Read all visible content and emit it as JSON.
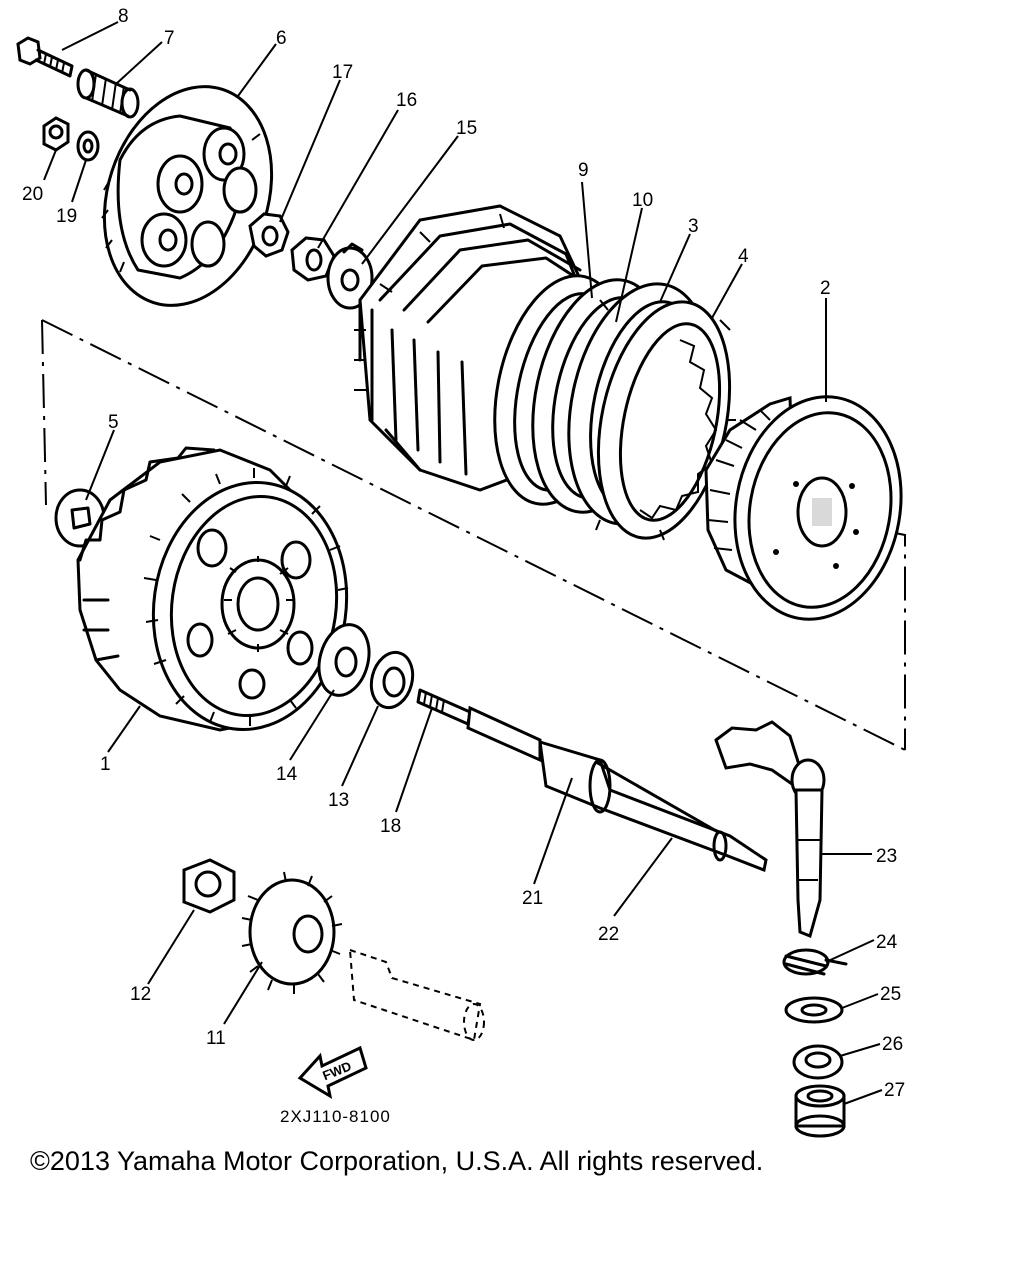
{
  "part_labels": [
    {
      "id": "p1",
      "text": "1"
    },
    {
      "id": "p2",
      "text": "2"
    },
    {
      "id": "p3",
      "text": "3"
    },
    {
      "id": "p4",
      "text": "4"
    },
    {
      "id": "p5",
      "text": "5"
    },
    {
      "id": "p6",
      "text": "6"
    },
    {
      "id": "p7",
      "text": "7"
    },
    {
      "id": "p8",
      "text": "8"
    },
    {
      "id": "p9",
      "text": "9"
    },
    {
      "id": "p10",
      "text": "10"
    },
    {
      "id": "p11",
      "text": "11"
    },
    {
      "id": "p12",
      "text": "12"
    },
    {
      "id": "p13",
      "text": "13"
    },
    {
      "id": "p14",
      "text": "14"
    },
    {
      "id": "p15",
      "text": "15"
    },
    {
      "id": "p16",
      "text": "16"
    },
    {
      "id": "p17",
      "text": "17"
    },
    {
      "id": "p18",
      "text": "18"
    },
    {
      "id": "p19",
      "text": "19"
    },
    {
      "id": "p20",
      "text": "20"
    },
    {
      "id": "p21",
      "text": "21"
    },
    {
      "id": "p22",
      "text": "22"
    },
    {
      "id": "p23",
      "text": "23"
    },
    {
      "id": "p24",
      "text": "24"
    },
    {
      "id": "p25",
      "text": "25"
    },
    {
      "id": "p26",
      "text": "26"
    },
    {
      "id": "p27",
      "text": "27"
    }
  ],
  "fwd_label": "FWD",
  "diagram_code": "2XJ110-8100",
  "copyright": "©2013 Yamaha Motor Corporation, U.S.A. All rights reserved."
}
